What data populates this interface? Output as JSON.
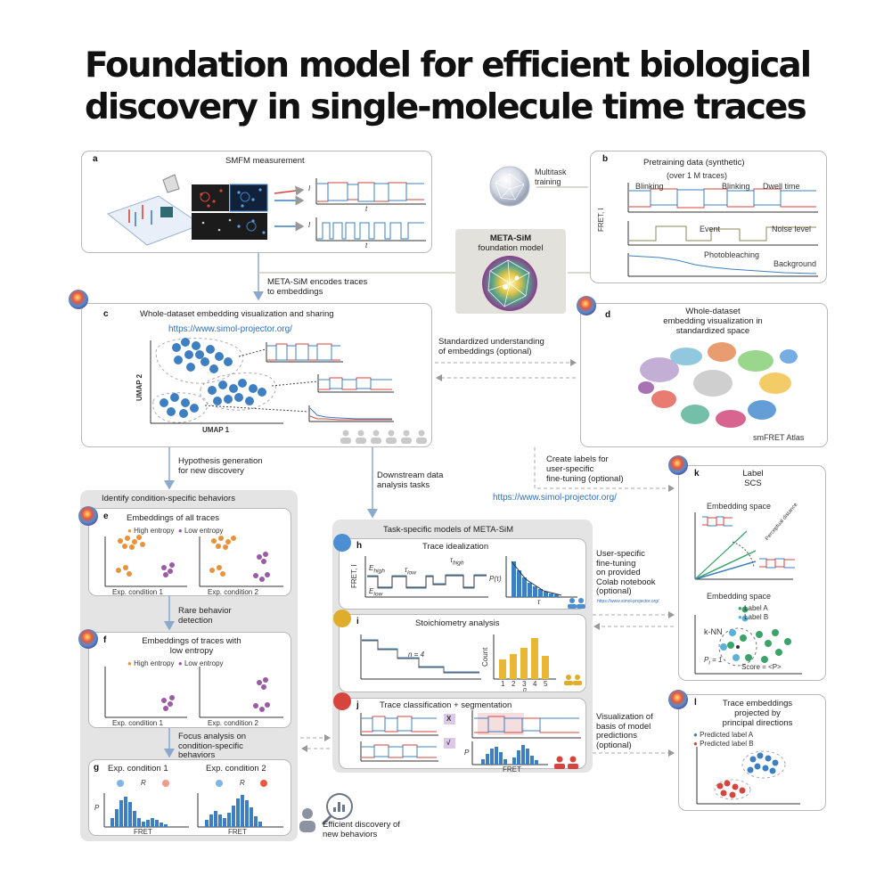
{
  "title": {
    "line1": "Foundation model for efficient biological",
    "line2": "discovery in single-molecule time traces"
  },
  "panel_a": {
    "letter": "a",
    "title": "SMFM measurement"
  },
  "multitask": {
    "line1": "Multitask",
    "line2": "training"
  },
  "panel_b": {
    "letter": "b",
    "title": "Pretraining data (synthetic)",
    "subtitle": "(over 1 M traces)",
    "blinking1": "Blinking",
    "blinking2": "Blinking",
    "dwell": "Dwell time",
    "event": "Event",
    "noise": "Noise level",
    "photobleaching": "Photobleaching",
    "background": "Background",
    "ylabel": "FRET, I"
  },
  "foundation": {
    "line1": "META-SiM",
    "line2": "foundation model"
  },
  "encode": {
    "line1": "META-SiM encodes traces",
    "line2": "to embeddings"
  },
  "panel_c": {
    "letter": "c",
    "title": "Whole-dataset embedding visualization and sharing",
    "url": "https://www.simol-projector.org/",
    "xlabel": "UMAP 1",
    "ylabel": "UMAP 2"
  },
  "standardized": {
    "line1": "Standardized understanding",
    "line2": "of embeddings (optional)"
  },
  "panel_d": {
    "letter": "d",
    "line1": "Whole-dataset",
    "line2": "embedding visualization in",
    "line3": "standardized space",
    "atlas": "smFRET Atlas"
  },
  "hypothesis": {
    "line1": "Hypothesis generation",
    "line2": "for new discovery"
  },
  "downstream": {
    "line1": "Downstream data",
    "line2": "analysis tasks"
  },
  "labels_note": {
    "line1": "Create labels for",
    "line2": "user-specific",
    "line3": "fine-tuning (optional)"
  },
  "url2": "https://www.simol-projector.org/",
  "left_group_title": "Identify condition-specific behaviors",
  "panel_e": {
    "letter": "e",
    "title": "Embeddings of all traces",
    "high": "High entropy",
    "low": "Low entropy",
    "cond1": "Exp. condition 1",
    "cond2": "Exp. condition 2"
  },
  "rare": {
    "line1": "Rare behavior",
    "line2": "detection"
  },
  "panel_f": {
    "letter": "f",
    "line1": "Embeddings of traces with",
    "line2": "low entropy",
    "high": "High entropy",
    "low": "Low entropy",
    "cond1": "Exp. condition 1",
    "cond2": "Exp. condition 2"
  },
  "focus": {
    "line1": "Focus analysis on",
    "line2": "condition-specific",
    "line3": "behaviors"
  },
  "panel_g": {
    "letter": "g",
    "cond1": "Exp. condition 1",
    "cond2": "Exp. condition 2",
    "xlabel": "FRET",
    "ylabel": "P",
    "r": "R"
  },
  "task_group_title": "Task-specific models of META-SiM",
  "panel_h": {
    "letter": "h",
    "title": "Trace idealization",
    "ylabel": "FRET, I",
    "e_high": "E",
    "e_low": "E",
    "tau_low": "τ",
    "tau_high": "τ",
    "ptau": "P(τ)",
    "tau": "τ"
  },
  "panel_i": {
    "letter": "i",
    "title": "Stoichiometry analysis",
    "n4": "n = 4",
    "xlabel": "n",
    "ylabel": "Count",
    "ticks": [
      "1",
      "2",
      "3",
      "4",
      "5"
    ]
  },
  "panel_j": {
    "letter": "j",
    "title": "Trace classification + segmentation",
    "x": "X",
    "check": "√",
    "xlabel": "FRET",
    "ylabel": "P"
  },
  "finetune": {
    "line1": "User-specific",
    "line2": "fine-tuning",
    "line3": "on provided",
    "line4": "Colab notebook",
    "line5": "(optional)",
    "small_url": "https://www.simol-projector.org/"
  },
  "visualization": {
    "line1": "Visualization of",
    "line2": "basis of model",
    "line3": "predictions",
    "line4": "(optional)"
  },
  "panel_k": {
    "letter": "k",
    "line1": "Label",
    "line2": "SCS",
    "space1": "Embedding space",
    "space2": "Embedding space",
    "perceptual": "Perceptual distance",
    "labelA": "Label A",
    "labelB": "Label B",
    "knn": "k-NN",
    "pi": "P",
    "score": "Score = <P>"
  },
  "panel_l": {
    "letter": "l",
    "line1": "Trace embeddings",
    "line2": "projected by",
    "line3": "principal directions",
    "predA": "Predicted label A",
    "predB": "Predicted label B"
  },
  "efficient": {
    "line1": "Efficient discovery of",
    "line2": "new behaviors"
  },
  "colors": {
    "blue": "#3d7fc1",
    "red": "#d6453d",
    "orange": "#e8923a",
    "purple": "#9a5ba5",
    "gold": "#e9b733",
    "green": "#3aa36a",
    "panel_border": "#b9b9b9",
    "group_bg": "#e4e4e4"
  }
}
